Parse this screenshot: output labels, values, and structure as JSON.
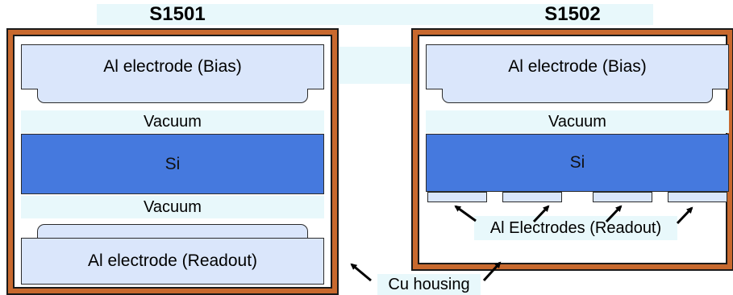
{
  "s1501": {
    "title": "S1501",
    "bias_electrode": "Al electrode (Bias)",
    "vacuum_top": "Vacuum",
    "si": "Si",
    "vacuum_bottom": "Vacuum",
    "readout_electrode": "Al electrode (Readout)"
  },
  "s1502": {
    "title": "S1502",
    "bias_electrode": "Al electrode (Bias)",
    "vacuum": "Vacuum",
    "si": "Si",
    "readout_electrodes_label": "Al Electrodes (Readout)"
  },
  "housing_label": "Cu housing",
  "colors": {
    "copper": "#c8692e",
    "silicon": "#4579de",
    "aluminum": "#dae6fb",
    "highlight_band": "#e8f8fb"
  }
}
